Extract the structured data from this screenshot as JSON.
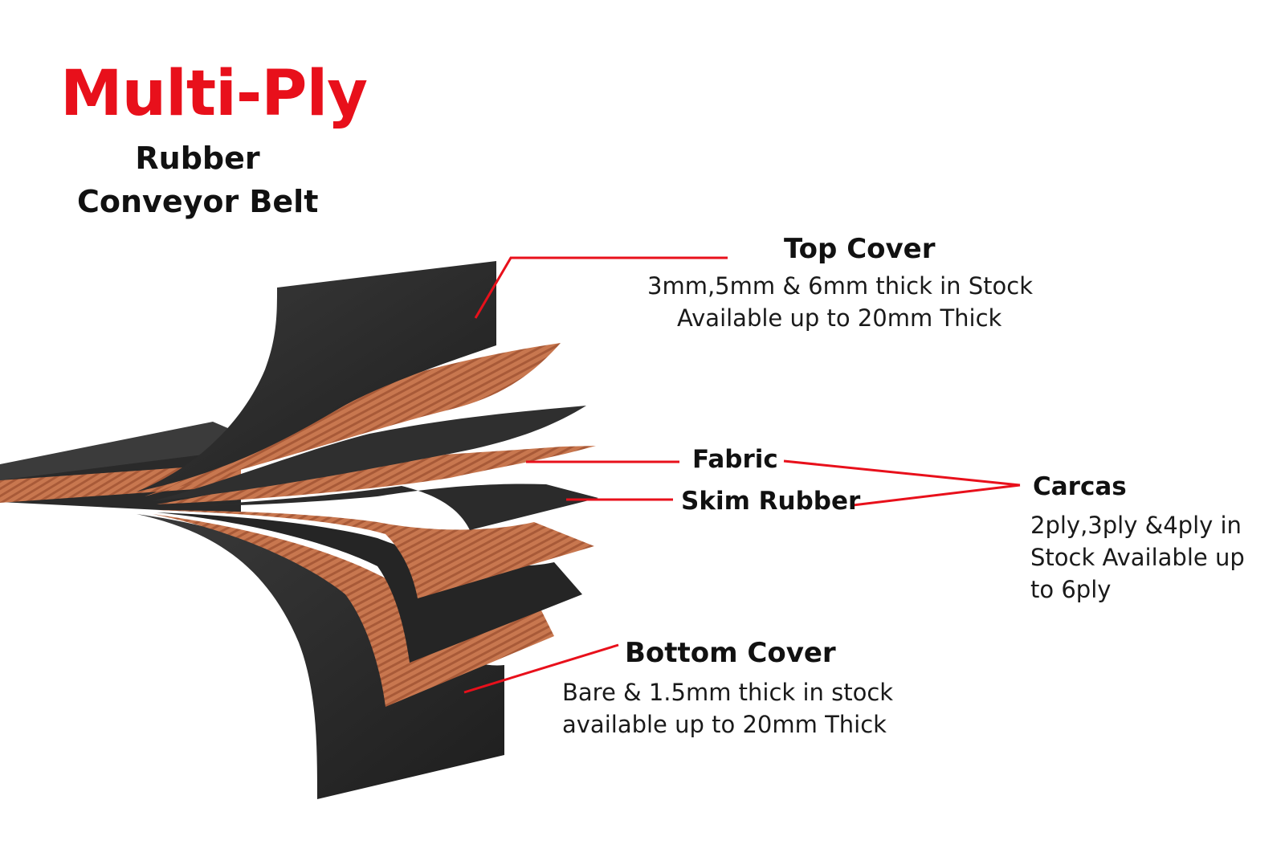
{
  "title": "Multi-Ply",
  "subtitle": {
    "line1": "Rubber",
    "line2": "Conveyor Belt"
  },
  "labels": {
    "top_cover": {
      "title": "Top Cover",
      "line1": "3mm,5mm & 6mm thick in Stock",
      "line2": "Available up to 20mm Thick"
    },
    "fabric": "Fabric",
    "skim_rubber": "Skim Rubber",
    "carcas": {
      "title": "Carcas",
      "line1": "2ply,3ply &4ply in",
      "line2": "Stock Available up",
      "line3": "to 6ply"
    },
    "bottom_cover": {
      "title": "Bottom Cover",
      "line1": "Bare & 1.5mm thick in stock",
      "line2": "available  up to 20mm Thick"
    }
  },
  "colors": {
    "accent": "#e8101b",
    "rubber": "#2e2e2e",
    "fabric": "#c77752",
    "text": "#111111"
  }
}
